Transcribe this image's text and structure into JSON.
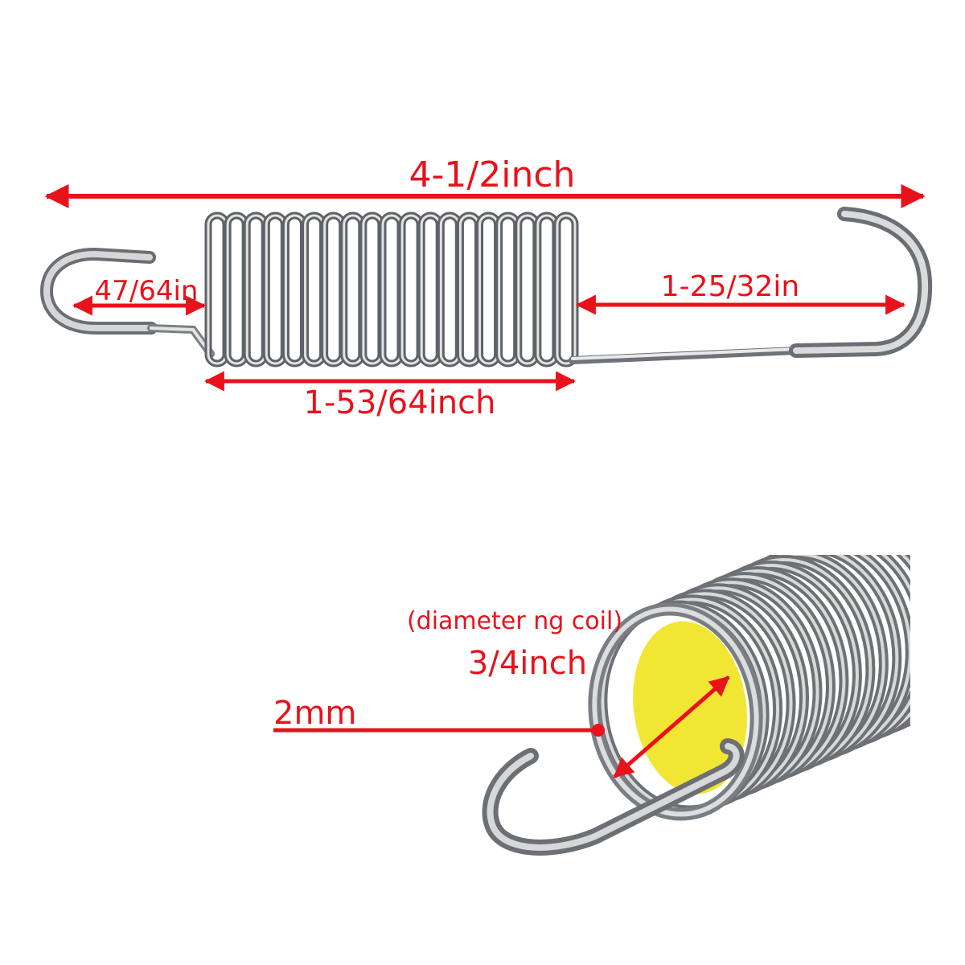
{
  "labels": {
    "overall_length": "4-1/2inch",
    "left_hook": "47/64in",
    "right_hook": "1-25/32in",
    "body_length": "1-53/64inch",
    "coil_note": "(diameter ng coil)",
    "coil_diameter": "3/4inch",
    "wire_diameter": "2mm"
  },
  "colors": {
    "annotation": "#e8121b",
    "steel": "#a7a9ac",
    "inner": "#f2e634"
  }
}
